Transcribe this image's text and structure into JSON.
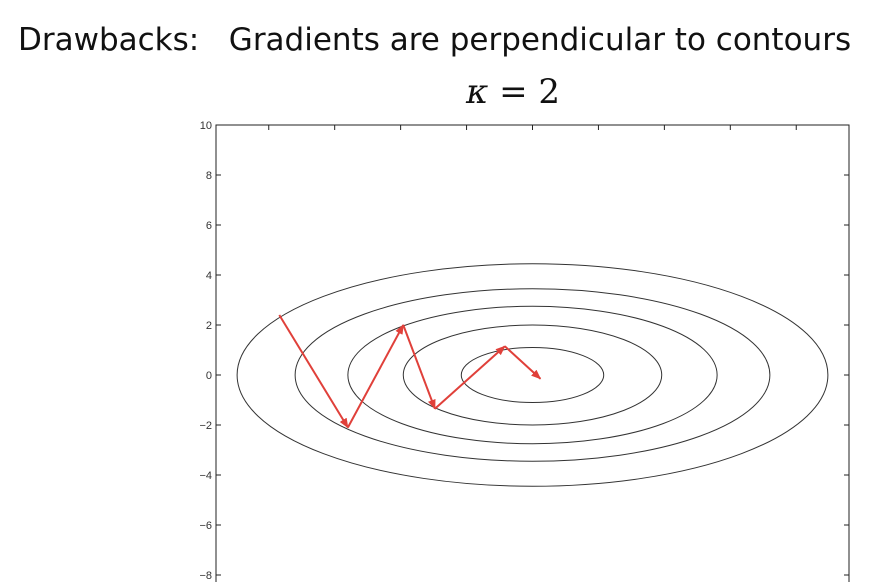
{
  "slide": {
    "title": "Drawbacks:   Gradients are perpendicular to contours",
    "kappa_symbol": "κ",
    "kappa_eq": " = ",
    "kappa_value": "2"
  },
  "chart_data": {
    "type": "line",
    "title": "κ = 2",
    "xlabel": "",
    "ylabel": "",
    "xlim": [
      -12,
      12
    ],
    "ylim": [
      -9,
      10
    ],
    "yticks": [
      10,
      8,
      6,
      4,
      2,
      0,
      -2,
      -4,
      -6,
      -8
    ],
    "ytick_labels": [
      "10",
      "8",
      "6",
      "4",
      "2",
      "0",
      "−2",
      "−4",
      "−6",
      "−8"
    ],
    "xticks": [
      -10,
      -7.5,
      -5,
      -2.5,
      0,
      2.5,
      5,
      7.5,
      10
    ],
    "grid": false,
    "contours": {
      "center": [
        0,
        0
      ],
      "ellipses": [
        {
          "rx": 2.7,
          "ry": 1.1
        },
        {
          "rx": 4.9,
          "ry": 2.0
        },
        {
          "rx": 7.0,
          "ry": 2.75
        },
        {
          "rx": 9.0,
          "ry": 3.45
        },
        {
          "rx": 11.2,
          "ry": 4.45
        }
      ],
      "color": "#333333"
    },
    "gradient_path": {
      "color": "#e0403a",
      "points": [
        [
          -9.6,
          2.4
        ],
        [
          -7.0,
          -2.1
        ],
        [
          -4.9,
          2.0
        ],
        [
          -3.7,
          -1.35
        ],
        [
          -1.05,
          1.15
        ],
        [
          0.3,
          -0.15
        ]
      ]
    }
  }
}
